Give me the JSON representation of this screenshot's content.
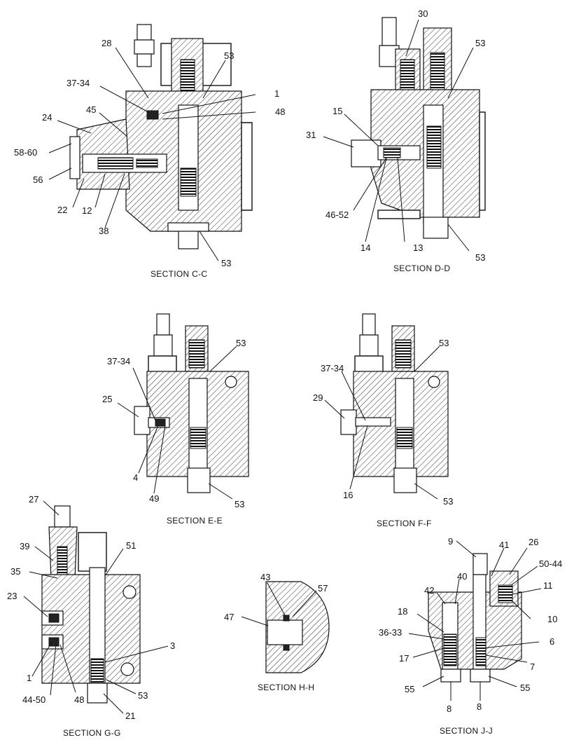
{
  "sections": [
    {
      "id": "cc",
      "title": "SECTION C-C",
      "callouts": [
        "28",
        "53",
        "37-34",
        "1",
        "45",
        "48",
        "24",
        "58-60",
        "56",
        "22",
        "12",
        "38",
        "53"
      ]
    },
    {
      "id": "dd",
      "title": "SECTION D-D",
      "callouts": [
        "30",
        "53",
        "15",
        "31",
        "46-52",
        "14",
        "13",
        "53"
      ]
    },
    {
      "id": "ee",
      "title": "SECTION E-E",
      "callouts": [
        "53",
        "37-34",
        "25",
        "4",
        "49",
        "53"
      ]
    },
    {
      "id": "ff",
      "title": "SECTION F-F",
      "callouts": [
        "53",
        "37-34",
        "29",
        "16",
        "53"
      ]
    },
    {
      "id": "gg",
      "title": "SECTION G-G",
      "callouts": [
        "27",
        "39",
        "51",
        "35",
        "23",
        "3",
        "1",
        "44-50",
        "48",
        "53",
        "21"
      ]
    },
    {
      "id": "hh",
      "title": "SECTION H-H",
      "callouts": [
        "43",
        "57",
        "47"
      ]
    },
    {
      "id": "jj",
      "title": "SECTION J-J",
      "callouts": [
        "9",
        "41",
        "26",
        "50-44",
        "11",
        "42",
        "40",
        "10",
        "18",
        "36-33",
        "6",
        "17",
        "7",
        "55",
        "55",
        "8",
        "8"
      ]
    }
  ]
}
